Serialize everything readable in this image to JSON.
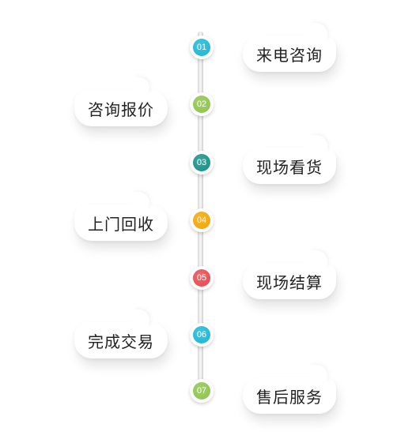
{
  "steps": [
    {
      "num": "01",
      "label": "来电咨询",
      "side": "right",
      "color": "#16b5d6"
    },
    {
      "num": "02",
      "label": "咨询报价",
      "side": "left",
      "color": "#8bc34a"
    },
    {
      "num": "03",
      "label": "现场看货",
      "side": "right",
      "color": "#0e8f84"
    },
    {
      "num": "04",
      "label": "上门回收",
      "side": "left",
      "color": "#f4a300"
    },
    {
      "num": "05",
      "label": "现场结算",
      "side": "right",
      "color": "#e8454c"
    },
    {
      "num": "06",
      "label": "完成交易",
      "side": "left",
      "color": "#16b5d6"
    },
    {
      "num": "07",
      "label": "售后服务",
      "side": "right",
      "color": "#8bc34a"
    }
  ]
}
